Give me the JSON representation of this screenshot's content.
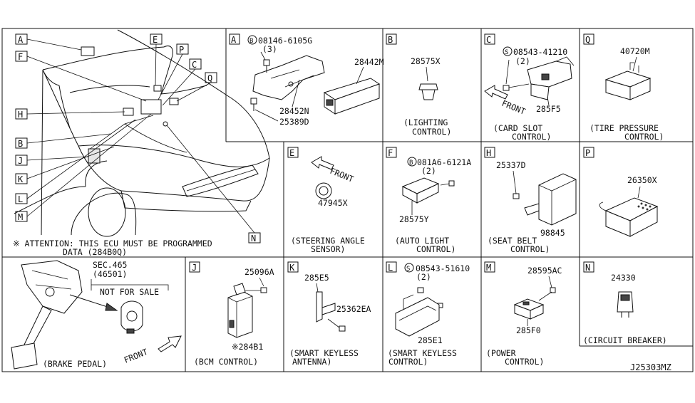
{
  "diagram_code": "J25303MZ",
  "overview": {
    "callouts": [
      "A",
      "F",
      "E",
      "P",
      "C",
      "Q",
      "H",
      "B",
      "J",
      "K",
      "L",
      "M",
      "N"
    ],
    "attention_line1": "※ ATTENTION: THIS ECU MUST BE PROGRAMMED",
    "attention_line2": "DATA (284B0Q)"
  },
  "panels": {
    "A": {
      "letter": "A",
      "bolt": "08146-6105G",
      "bolt_qty": "(3)",
      "part1": "28442M",
      "part2": "28452N",
      "part3": "25389D"
    },
    "B": {
      "letter": "B",
      "part": "28575X",
      "caption1": "(LIGHTING",
      "caption2": "CONTROL)"
    },
    "C": {
      "letter": "C",
      "bolt": "08543-41210",
      "bolt_qty": "(2)",
      "part": "285F5",
      "front": "FRONT",
      "caption1": "(CARD SLOT",
      "caption2": "CONTROL)"
    },
    "Q": {
      "letter": "Q",
      "part": "40720M",
      "caption1": "(TIRE PRESSURE",
      "caption2": "CONTROL)"
    },
    "E": {
      "letter": "E",
      "front": "FRONT",
      "part": "47945X",
      "caption1": "(STEERING ANGLE",
      "caption2": "SENSOR)"
    },
    "F": {
      "letter": "F",
      "bolt": "081A6-6121A",
      "bolt_qty": "(2)",
      "part": "28575Y",
      "caption1": "(AUTO LIGHT",
      "caption2": "CONTROL)"
    },
    "H": {
      "letter": "H",
      "part1": "25337D",
      "part2": "98845",
      "caption1": "(SEAT BELT",
      "caption2": "CONTROL)"
    },
    "P": {
      "letter": "P",
      "part": "26350X"
    },
    "brake": {
      "sec1": "SEC.465",
      "sec2": "(46501)",
      "not_for_sale": "NOT FOR SALE",
      "caption": "(BRAKE PEDAL)",
      "front": "FRONT"
    },
    "J": {
      "letter": "J",
      "part1": "25096A",
      "part2": "※284B1",
      "caption": "(BCM CONTROL)"
    },
    "K": {
      "letter": "K",
      "part1": "285E5",
      "part2": "25362EA",
      "caption1": "(SMART KEYLESS",
      "caption2": "ANTENNA)"
    },
    "L": {
      "letter": "L",
      "bolt": "08543-51610",
      "bolt_qty": "(2)",
      "part": "285E1",
      "caption1": "(SMART KEYLESS",
      "caption2": "CONTROL)"
    },
    "M": {
      "letter": "M",
      "part1": "28595AC",
      "part2": "285F0",
      "caption1": "(POWER",
      "caption2": "CONTROL)"
    },
    "N": {
      "letter": "N",
      "part": "24330",
      "caption": "(CIRCUIT BREAKER)"
    }
  }
}
